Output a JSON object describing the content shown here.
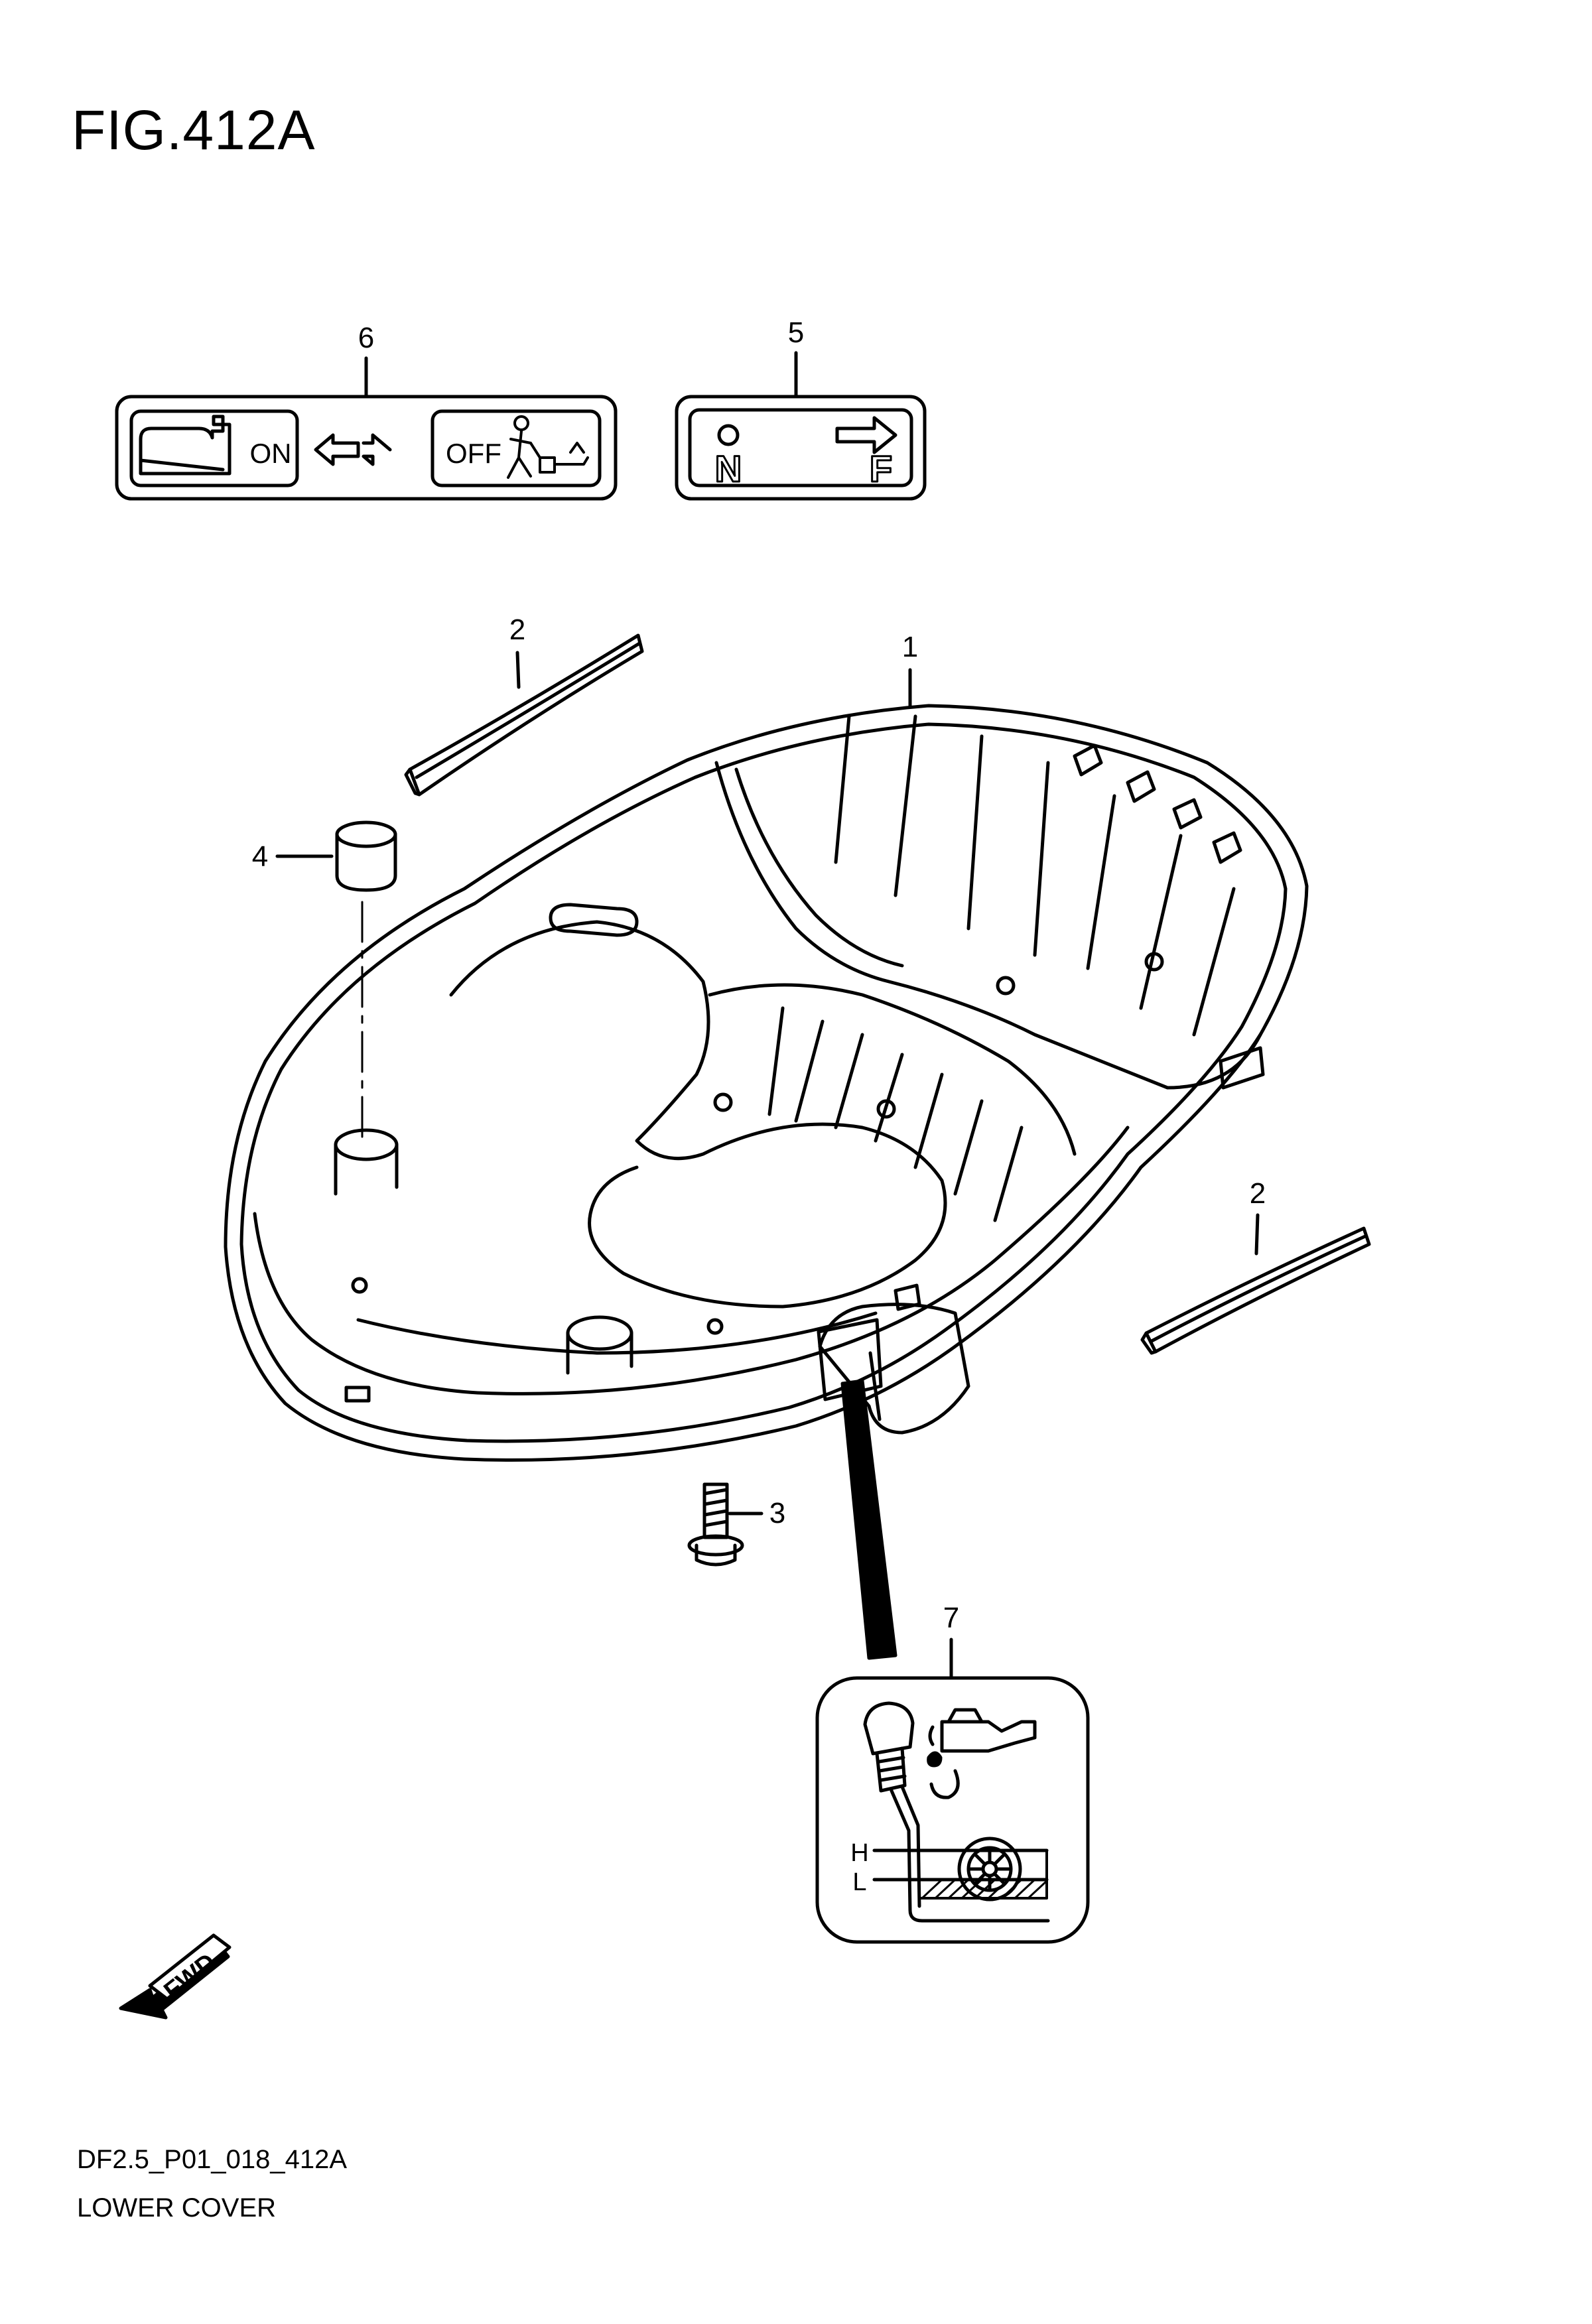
{
  "figure": {
    "title": "FIG.412A",
    "code": "DF2.5_P01_018_412A",
    "name": "LOWER COVER"
  },
  "callouts": [
    "1",
    "2",
    "2",
    "3",
    "4",
    "5",
    "6",
    "7"
  ],
  "label_6": {
    "on_text": "ON",
    "off_text": "OFF"
  },
  "label_5": {
    "n_text": "N",
    "f_text": "F"
  },
  "label_7": {
    "h_text": "H",
    "l_text": "L"
  },
  "fwd_marker": "FWD"
}
